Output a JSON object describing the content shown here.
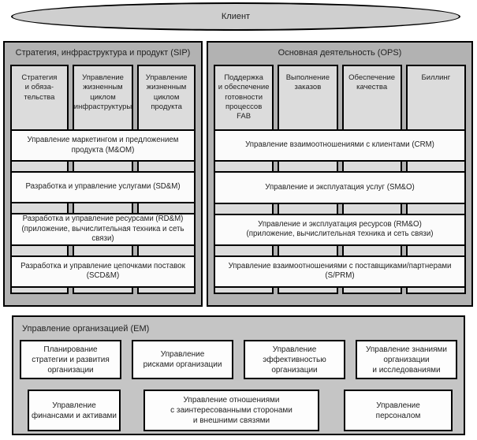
{
  "client_label": "Клиент",
  "sip": {
    "title": "Стратегия, инфраструктура и продукт (SIP)",
    "columns": [
      {
        "label": "Стратегия\nи обяза-\nтельства"
      },
      {
        "label": "Управление\nжизненным\nциклом\nинфраструктуры"
      },
      {
        "label": "Управление\nжизненным\nциклом\nпродукта"
      }
    ],
    "bars": [
      {
        "label": "Управление маркетингом и предложением\nпродукта (M&OM)"
      },
      {
        "label": "Разработка и управление услугами (SD&M)"
      },
      {
        "label": "Разработка и управление ресурсами (RD&M)\n(приложение, вычислительная техника и сеть\nсвязи)"
      },
      {
        "label": "Разработка и управление цепочками поставок\n(SCD&M)"
      }
    ]
  },
  "ops": {
    "title": "Основная деятельность (OPS)",
    "columns": [
      {
        "label": "Поддержка\nи обеспечение\nготовности\nпроцессов\nFAB"
      },
      {
        "label": "Выполнение\nзаказов"
      },
      {
        "label": "Обеспечение\nкачества"
      },
      {
        "label": "Биллинг"
      }
    ],
    "bars": [
      {
        "label": "Управление взаимоотношениями с клиентами (CRM)"
      },
      {
        "label": "Управление и эксплуатация услуг (SM&O)"
      },
      {
        "label": "Управление и эксплуатация ресурсов (RM&O)\n(приложение, вычислительная техника и сеть связи)"
      },
      {
        "label": "Управление взаимоотношениями с поставщиками/партнерами\n(S/PRM)"
      }
    ]
  },
  "em": {
    "title": "Управление организацией (EM)",
    "row1": [
      {
        "label": "Планирование\nстратегии и развития\nорганизации"
      },
      {
        "label": "Управление\nрисками организации"
      },
      {
        "label": "Управление\nэффективностью\nорганизации"
      },
      {
        "label": "Управление знаниями\nорганизации\nи исследованиями"
      }
    ],
    "row2": [
      {
        "label": "Управление\nфинансами и активами"
      },
      {
        "label": "Управление отношениями\nс заинтересованными сторонами\nи внешними связями"
      },
      {
        "label": "Управление\nперсоналом"
      }
    ]
  },
  "colors": {
    "panel_bg": "#b2b2b2",
    "column_bg": "#dcdcdc",
    "bar_bg": "#fbfbfb",
    "em_bg": "#c5c5c5",
    "box_bg": "#fdfdfd",
    "ellipse_bg": "#cfcfcf",
    "border": "#000000"
  }
}
